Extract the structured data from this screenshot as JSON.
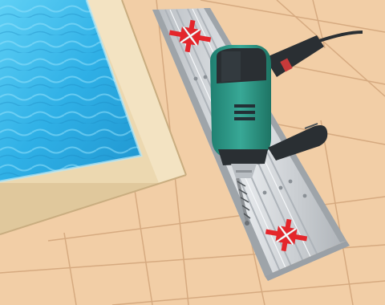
{
  "scene": {
    "kind": "installation-step-illustration",
    "objects": [
      "pool-water",
      "pool-coping-border",
      "terracotta-tile-deck",
      "aluminium-rail",
      "power-drill",
      "drill-bit",
      "drill-marker-top",
      "drill-marker-bottom"
    ],
    "colors": {
      "water": "#39b6e8",
      "coping": "#efdcb4",
      "tile": "#f0cba2",
      "tile_grout": "#d9ad82",
      "rail": "#d4d8dc",
      "drill_body": "#2e9a88",
      "drill_dark": "#2a2f33",
      "marker": "#e4262b"
    },
    "icons": [
      "cross-arrows-marker-icon",
      "cross-arrows-marker-icon"
    ]
  }
}
